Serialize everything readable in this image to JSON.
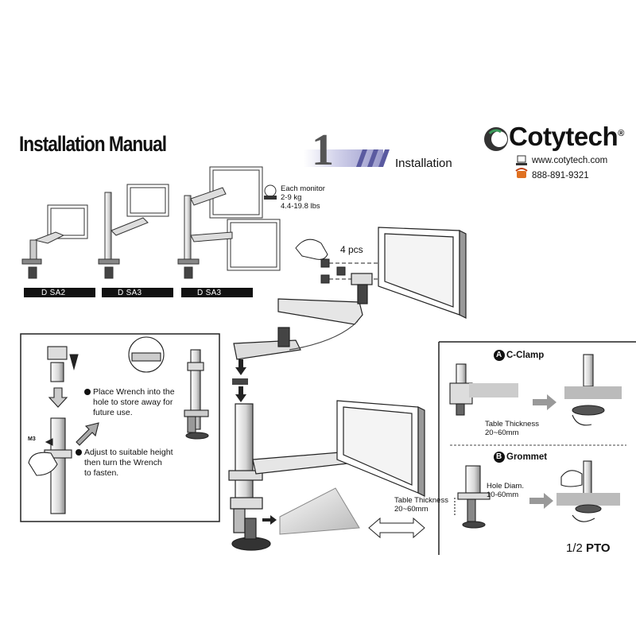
{
  "header": {
    "title": "Installation Manual",
    "step_number": "1",
    "step_label": "Installation"
  },
  "brand": {
    "name": "Cotytech",
    "registered_mark": "®",
    "website": "www.cotytech.com",
    "phone": "888-891-9321",
    "logo_icon": "cotytech-logo-icon",
    "web_icon": "computer-icon",
    "phone_icon": "telephone-icon"
  },
  "models": [
    {
      "label": "D   SA2"
    },
    {
      "label": "D   SA3"
    },
    {
      "label": "D   SA3"
    }
  ],
  "weight_spec": {
    "line1": "Each monitor",
    "line2": "2-9 kg",
    "line3": "4.4-19.8 lbs"
  },
  "screws": {
    "count_label": "4 pcs"
  },
  "wrench_panel": {
    "m3_label": "M3",
    "note1_l1": "Place Wrench into the",
    "note1_l2": "hole to store away for",
    "note1_l3": "future use.",
    "note2_l1": "Adjust to suitable height",
    "note2_l2": "then turn the Wrench",
    "note2_l3": "to fasten."
  },
  "table_thickness_main": {
    "line1": "Table Thickness",
    "line2": "20~60mm"
  },
  "options": {
    "a_letter": "A",
    "a_title": "C-Clamp",
    "a_thickness_l1": "Table Thickness",
    "a_thickness_l2": "20~60mm",
    "b_letter": "B",
    "b_title": "Grommet",
    "b_hole_l1": "Hole Diam.",
    "b_hole_l2": "10-60mm"
  },
  "footer": {
    "page": "1/2",
    "pto": "PTO"
  }
}
